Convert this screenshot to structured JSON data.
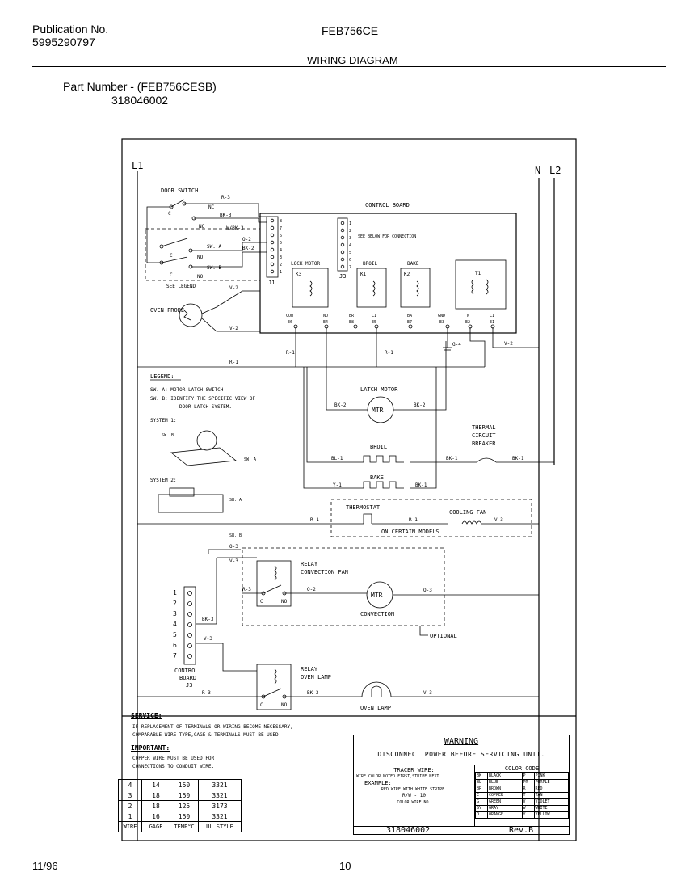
{
  "header": {
    "publication_label": "Publication No.",
    "publication_number": "5995290797",
    "model": "FEB756CE",
    "doc_title": "WIRING DIAGRAM",
    "part_number_label": "Part Number - (FEB756CESB)",
    "part_number": "318046002"
  },
  "footer": {
    "date": "11/96",
    "page": "10"
  },
  "diagram": {
    "l1": "L1",
    "n": "N",
    "l2": "L2",
    "door_switch": "DOOR SWITCH",
    "control_board": "CONTROL BOARD",
    "see_below": "SEE BELOW FOR CONNECTION",
    "sw_a": "SW. A",
    "sw_b": "SW. B",
    "see_legend": "SEE LEGEND",
    "c": "C",
    "no": "NO",
    "nc": "NC",
    "j1": "J1",
    "j3": "J3",
    "lock_motor": "LOCK MOTOR",
    "broil": "BROIL",
    "bake": "BAKE",
    "k1": "K1",
    "k2": "K2",
    "k3": "K3",
    "t1": "T1",
    "oven_probe": "OVEN PROBE",
    "legend_title": "LEGEND:",
    "legend_a": "SW. A:  MOTOR LATCH SWITCH",
    "legend_b1": "SW. B:  IDENTIFY THE SPECIFIC VIEW OF",
    "legend_b2": "DOOR LATCH SYSTEM.",
    "system1": "SYSTEM 1:",
    "system2": "SYSTEM 2:",
    "latch_motor": "LATCH MOTOR",
    "mtr": "MTR",
    "thermal": "THERMAL",
    "circuit": "CIRCUIT",
    "breaker": "BREAKER",
    "thermostat": "THERMOSTAT",
    "cooling_fan": "COOLING FAN",
    "certain_models": "ON CERTAIN MODELS",
    "relay_conv1": "RELAY",
    "relay_conv2": "CONVECTION FAN",
    "convection": "CONVECTION",
    "optional": "OPTIONAL",
    "relay_lamp1": "RELAY",
    "relay_lamp2": "OVEN LAMP",
    "oven_lamp": "OVEN LAMP",
    "cb_label1": "CONTROL",
    "cb_label2": "BOARD",
    "cb_label3": "J3",
    "wires": {
      "r1": "R-1",
      "r3": "R-3",
      "bk2": "BK-2",
      "bk3": "BK-3",
      "bk1": "BK-1",
      "bl1": "BL-1",
      "y1": "Y-1",
      "v2": "V-2",
      "v3": "V-3",
      "o2": "O-2",
      "o3": "O-3",
      "g4": "G-4",
      "wbk3": "W/BK-3"
    },
    "terms": {
      "com": "COM",
      "e6": "E6",
      "no_e4": "NO",
      "e4": "E4",
      "br": "BR",
      "e8": "E8",
      "l1": "L1",
      "e5": "E5",
      "ba": "BA",
      "e7": "E7",
      "gnd": "GND",
      "e3": "E3",
      "n": "N",
      "e2": "E2",
      "l1b": "L1",
      "e1": "E1"
    },
    "pins_j1": [
      "8",
      "7",
      "6",
      "5",
      "4",
      "3",
      "2",
      "1"
    ],
    "pins_j3": [
      "1",
      "2",
      "3",
      "4",
      "5",
      "6",
      "7"
    ],
    "pins_j3b": [
      "1",
      "2",
      "3",
      "4",
      "5",
      "6",
      "7"
    ]
  },
  "service": {
    "title": "SERVICE:",
    "line1": "IF REPLACEMENT OF TERMINALS OR WIRING BECOME NECESSARY,",
    "line2": "COMPARABLE WIRE TYPE,GAGE & TERMINALS MUST BE USED.",
    "important": "IMPORTANT:",
    "imp1": "COPPER WIRE MUST BE USED FOR",
    "imp2": "CONNECTIONS TO CONDUIT WIRE."
  },
  "wire_table": {
    "headers": [
      "WIRE",
      "GAGE",
      "TEMP°C",
      "UL STYLE"
    ],
    "rows": [
      [
        "4",
        "14",
        "150",
        "3321"
      ],
      [
        "3",
        "18",
        "150",
        "3321"
      ],
      [
        "2",
        "18",
        "125",
        "3173"
      ],
      [
        "1",
        "16",
        "150",
        "3321"
      ]
    ]
  },
  "warning": {
    "title": "WARNING",
    "text": "DISCONNECT POWER BEFORE SERVICING UNIT.",
    "tracer": "TRACER WIRE:",
    "tracer1": "WIRE COLOR NOTED FIRST,STRIPE NEXT.",
    "example": "EXAMPLE:",
    "ex1": "RED WIRE WITH WHITE STRIPE.",
    "ex2": "R/W - 10",
    "ex3": "COLOR WIRE NO.",
    "color_code": "COLOR CODE",
    "colors": [
      [
        "BK",
        "BLACK",
        "P",
        "PINK"
      ],
      [
        "BL",
        "BLUE",
        "PR",
        "PURPLE"
      ],
      [
        "BR",
        "BROWN",
        "R",
        "RED"
      ],
      [
        "C",
        "COPPER",
        "T",
        "TAN"
      ],
      [
        "G",
        "GREEN",
        "V",
        "VIOLET"
      ],
      [
        "GY",
        "GRAY",
        "W",
        "WHITE"
      ],
      [
        "O",
        "ORANGE",
        "Y",
        "YELLOW"
      ]
    ],
    "number": "318046002",
    "rev": "Rev.B"
  }
}
